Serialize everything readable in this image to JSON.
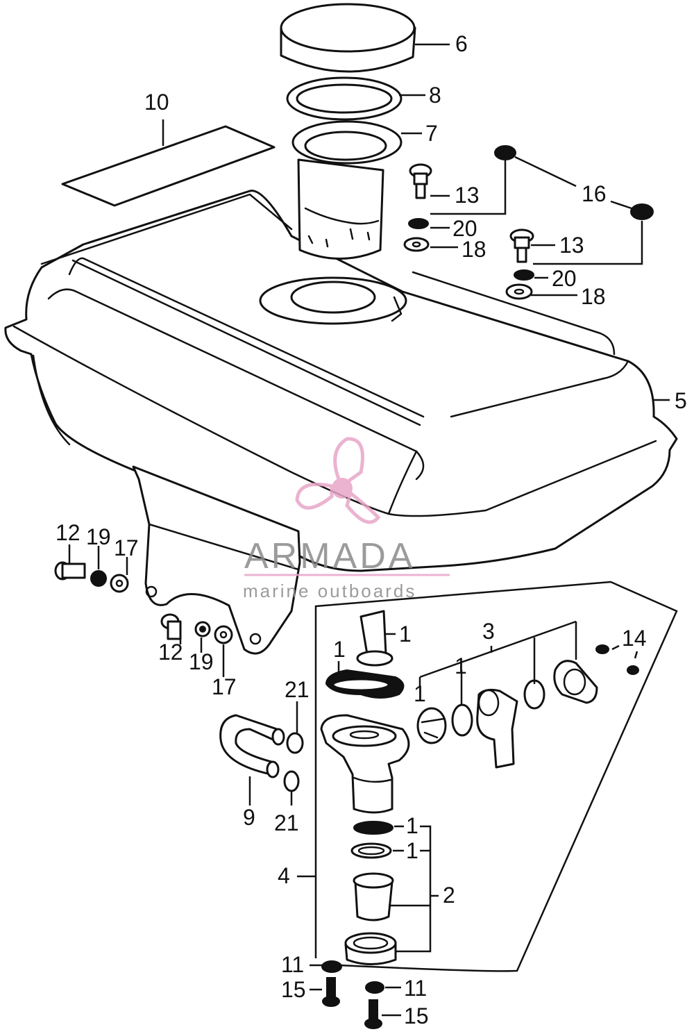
{
  "diagram": {
    "callouts": {
      "c1a": "1",
      "c1b": "1",
      "c1c": "1",
      "c1d": "1",
      "c1e": "1",
      "c1f": "1",
      "c2": "2",
      "c3": "3",
      "c4": "4",
      "c5": "5",
      "c6": "6",
      "c7": "7",
      "c8": "8",
      "c9": "9",
      "c10": "10",
      "c11a": "11",
      "c11b": "11",
      "c12a": "12",
      "c12b": "12",
      "c13a": "13",
      "c13b": "13",
      "c14": "14",
      "c15a": "15",
      "c15b": "15",
      "c16": "16",
      "c17a": "17",
      "c17b": "17",
      "c18a": "18",
      "c18b": "18",
      "c19a": "19",
      "c19b": "19",
      "c20a": "20",
      "c20b": "20",
      "c21a": "21",
      "c21b": "21"
    }
  },
  "watermark": {
    "brand": "ARMADA",
    "tagline": "marine outboards",
    "color": "#e8a6c8"
  }
}
